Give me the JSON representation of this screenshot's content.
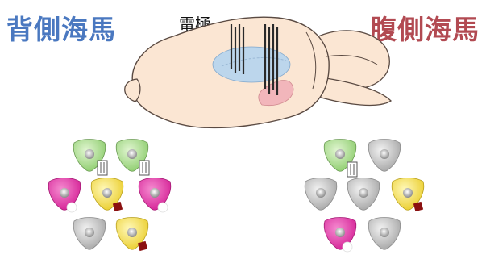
{
  "labels": {
    "dorsal_hippocampus": "背側海馬",
    "ventral_hippocampus": "腹側海馬",
    "electrode": "電極"
  },
  "colors": {
    "dorsal_title": "#4a78c0",
    "ventral_title": "#b24a52",
    "brain_fill": "#fbe6d3",
    "dorsal_region": "#b9d6ee",
    "ventral_region": "#f2b6bb",
    "cell_green": "#a6d98b",
    "cell_magenta": "#e23ea7",
    "cell_yellow": "#f6e35a",
    "cell_gray": "#b9b9b9"
  },
  "cell_groups": {
    "dorsal": [
      "green",
      "green",
      "magenta",
      "yellow",
      "magenta",
      "gray",
      "yellow"
    ],
    "ventral": [
      "green",
      "gray",
      "gray",
      "gray",
      "yellow",
      "magenta",
      "gray"
    ]
  }
}
